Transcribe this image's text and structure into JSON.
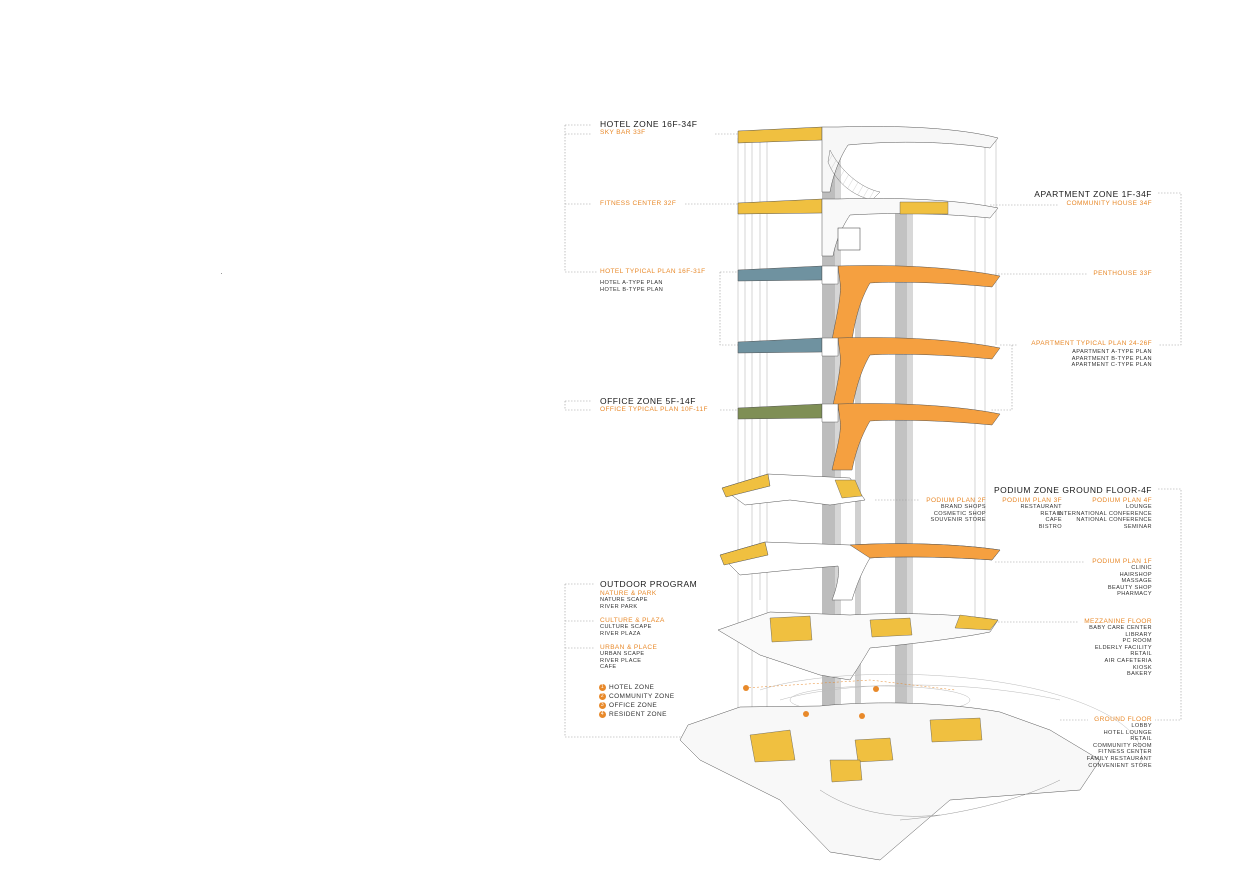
{
  "colors": {
    "hotel_yellow": "#f0c040",
    "apartment_orange": "#f5a040",
    "hotel_blue": "#6f92a0",
    "office_green": "#7f8f55",
    "core_gray": "#9a9a9a",
    "accent_orange": "#e8892a"
  },
  "left": {
    "hotel_zone": {
      "title": "HOTEL ZONE 16F-34F",
      "sky_bar": "SKY BAR 33F",
      "fitness": "FITNESS CENTER 32F",
      "typical": "HOTEL TYPICAL PLAN 16F-31F",
      "types": [
        "HOTEL A-TYPE PLAN",
        "HOTEL B-TYPE PLAN"
      ]
    },
    "office_zone": {
      "title": "OFFICE ZONE 5F-14F",
      "typical": "OFFICE TYPICAL PLAN 10F-11F"
    },
    "outdoor": {
      "title": "OUTDOOR PROGRAM",
      "groups": [
        {
          "name": "NATURE & PARK",
          "items": [
            "NATURE SCAPE",
            "RIVER PARK"
          ]
        },
        {
          "name": "CULTURE & PLAZA",
          "items": [
            "CULTURE SCAPE",
            "RIVER PLAZA"
          ]
        },
        {
          "name": "URBAN & PLACE",
          "items": [
            "URBAN SCAPE",
            "RIVER PLACE",
            "CAFE"
          ]
        }
      ]
    },
    "legend": [
      {
        "num": "1",
        "label": "HOTEL ZONE"
      },
      {
        "num": "2",
        "label": "COMMUNITY ZONE"
      },
      {
        "num": "3",
        "label": "OFFICE ZONE"
      },
      {
        "num": "4",
        "label": "RESIDENT ZONE"
      }
    ]
  },
  "right": {
    "apartment_zone": {
      "title": "APARTMENT ZONE 1F-34F",
      "community": "COMMUNITY HOUSE 34F",
      "penthouse": "PENTHOUSE 33F",
      "typical": "APARTMENT TYPICAL PLAN 24-26F",
      "types": [
        "APARTMENT A-TYPE PLAN",
        "APARTMENT B-TYPE PLAN",
        "APARTMENT C-TYPE PLAN"
      ]
    },
    "podium": {
      "title": "PODIUM ZONE GROUND FLOOR-4F",
      "plan2f": {
        "name": "PODIUM PLAN 2F",
        "items": [
          "BRAND SHOPS",
          "COSMETIC SHOP",
          "SOUVENIR STORE"
        ]
      },
      "plan3f": {
        "name": "PODIUM PLAN 3F",
        "items": [
          "RESTAURANT",
          "RETAIL",
          "CAFE",
          "BISTRO"
        ]
      },
      "plan4f": {
        "name": "PODIUM PLAN 4F",
        "items": [
          "LOUNGE",
          "INTERNATIONAL CONFERENCE",
          "NATIONAL CONFERENCE",
          "SEMINAR"
        ]
      },
      "plan1f": {
        "name": "PODIUM PLAN 1F",
        "items": [
          "CLINIC",
          "HAIRSHOP",
          "MASSAGE",
          "BEAUTY SHOP",
          "PHARMACY"
        ]
      },
      "mezzanine": {
        "name": "MEZZANINE FLOOR",
        "items": [
          "BABY CARE CENTER",
          "LIBRARY",
          "PC ROOM",
          "ELDERLY FACILITY",
          "RETAIL",
          "AIR CAFETERIA",
          "KIOSK",
          "BAKERY"
        ]
      },
      "ground": {
        "name": "GROUND FLOOR",
        "items": [
          "LOBBY",
          "HOTEL LOUNGE",
          "RETAIL",
          "COMMUNITY ROOM",
          "FITNESS CENTER",
          "FAMILY RESTAURANT",
          "CONVENIENT STORE"
        ]
      }
    }
  }
}
